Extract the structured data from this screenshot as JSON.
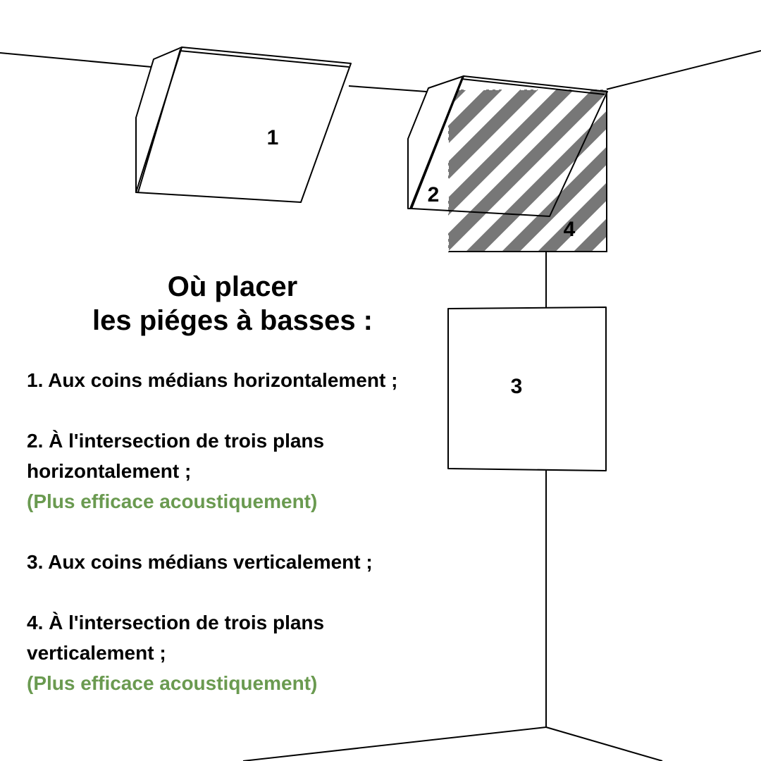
{
  "title": {
    "line1": "Où placer",
    "line2": "les piéges à basses :"
  },
  "diagram": {
    "labels": [
      "1",
      "2",
      "3",
      "4"
    ]
  },
  "items": [
    {
      "lines": [
        "1. Aux coins médians horizontalement ;"
      ],
      "note": ""
    },
    {
      "lines": [
        "2. À l'intersection de trois plans",
        "horizontalement ;"
      ],
      "note": "(Plus efficace acoustiquement)"
    },
    {
      "lines": [
        "3. Aux coins médians verticalement ;"
      ],
      "note": ""
    },
    {
      "lines": [
        "4. À l'intersection de trois plans",
        "verticalement ;"
      ],
      "note": "(Plus efficace acoustiquement)"
    }
  ],
  "colors": {
    "note": "#6a9a50",
    "hatch": "#777777"
  }
}
